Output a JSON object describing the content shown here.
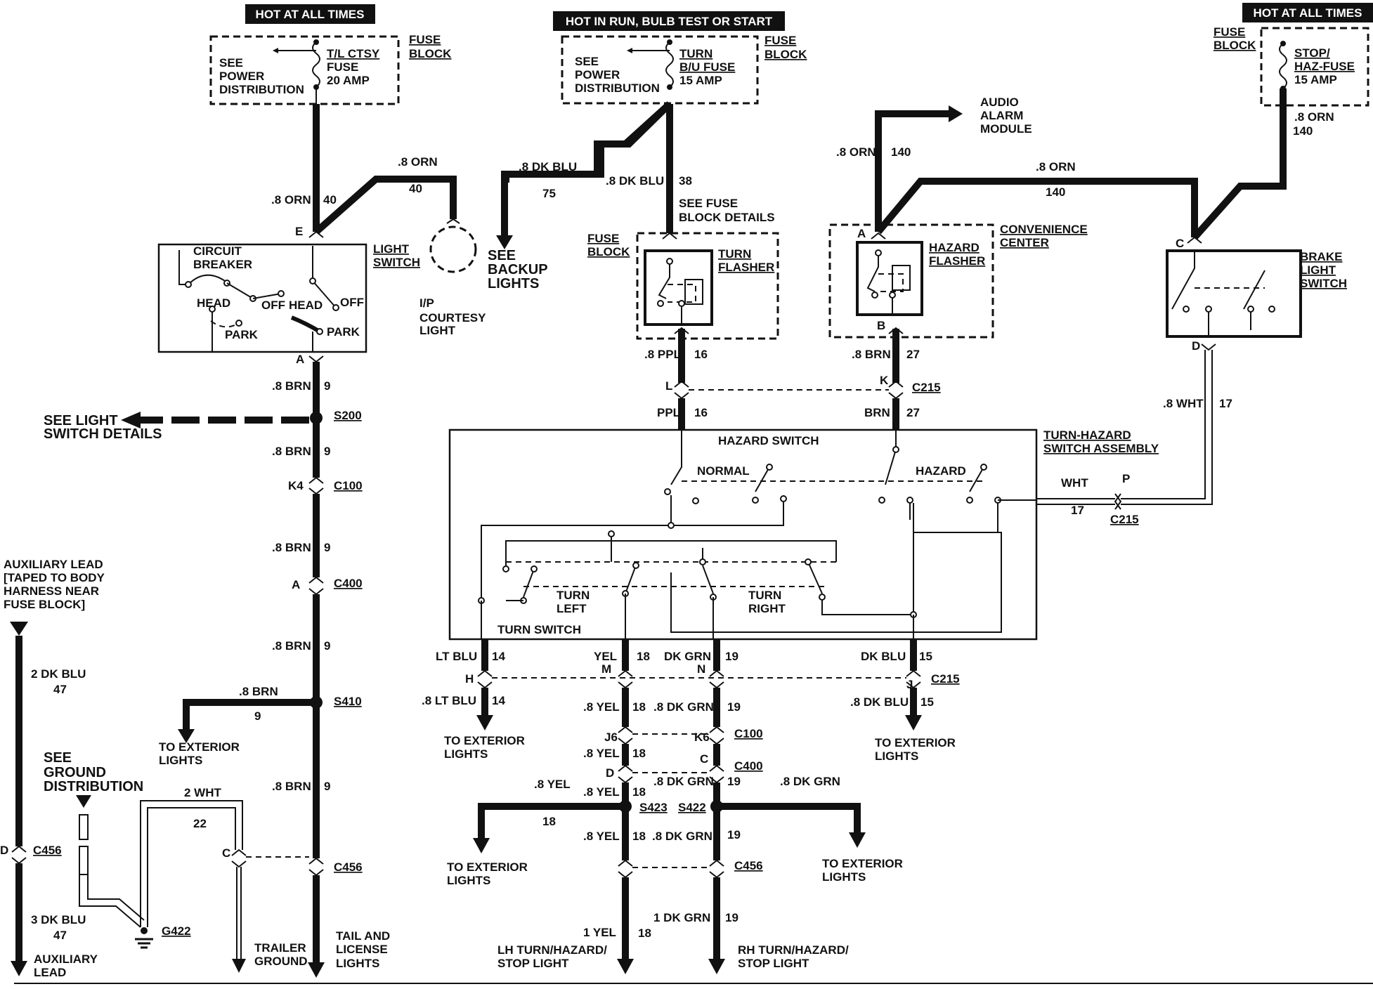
{
  "headers": {
    "hot_all_times_left": "HOT AT ALL TIMES",
    "hot_run": "HOT IN RUN, BULB TEST OR START",
    "hot_all_times_right": "HOT AT ALL TIMES"
  },
  "fuse_left": {
    "see": "SEE",
    "power": "POWER",
    "distribution": "DISTRIBUTION",
    "name1": "T/L CTSY",
    "name2": "FUSE",
    "rating": "20 AMP",
    "block1": "FUSE",
    "block2": "BLOCK"
  },
  "fuse_mid": {
    "see": "SEE",
    "power": "POWER",
    "distribution": "DISTRIBUTION",
    "name1": "TURN",
    "name2": "B/U FUSE",
    "rating": "15 AMP",
    "block1": "FUSE",
    "block2": "BLOCK"
  },
  "fuse_right": {
    "block1": "FUSE",
    "block2": "BLOCK",
    "name1": "STOP/",
    "name2": "HAZ-FUSE",
    "rating": "15 AMP"
  },
  "light_switch": {
    "label1": "LIGHT",
    "label2": "SWITCH",
    "circuit": "CIRCUIT",
    "breaker": "BREAKER",
    "head": "HEAD",
    "off": "OFF",
    "park": "PARK",
    "head2": "HEAD",
    "off2": "OFF",
    "park2": "PARK",
    "pin_e": "E",
    "pin_a": "A"
  },
  "courtesy": {
    "l1": "I/P",
    "l2": "COURTESY",
    "l3": "LIGHT"
  },
  "backup": {
    "l1": "SEE",
    "l2": "BACKUP",
    "l3": "LIGHTS"
  },
  "fuse_details": {
    "l1": "SEE FUSE",
    "l2": "BLOCK DETAILS"
  },
  "turn_flasher": {
    "block1": "FUSE",
    "block2": "BLOCK",
    "name1": "TURN",
    "name2": "FLASHER"
  },
  "audio": {
    "l1": "AUDIO",
    "l2": "ALARM",
    "l3": "MODULE"
  },
  "hazard_flasher": {
    "name1": "HAZARD",
    "name2": "FLASHER",
    "cc1": "CONVENIENCE",
    "cc2": "CENTER",
    "pin_a": "A",
    "pin_b": "B"
  },
  "brake_switch": {
    "l1": "BRAKE",
    "l2": "LIGHT",
    "l3": "SWITCH",
    "pin_c": "C",
    "pin_d": "D"
  },
  "wires": {
    "orn40": ".8 ORN",
    "n40": "40",
    "orn40b": ".8 ORN",
    "n40b": "40",
    "dkblu75": ".8 DK BLU",
    "n75": "75",
    "dkblu38": ".8 DK BLU",
    "n38": "38",
    "orn140a": ".8 ORN",
    "n140a": "140",
    "orn140b": ".8 ORN",
    "n140b": "140",
    "orn140c": ".8 ORN",
    "n140c": "140",
    "ppl16": ".8 PPL",
    "n16": "16",
    "ppl16b": "PPL",
    "n16b": "16",
    "brn27": ".8 BRN",
    "n27": "27",
    "brn27b": "BRN",
    "n27b": "27",
    "wht17": ".8 WHT",
    "n17": "17",
    "wht17b": "WHT",
    "n17b": "17",
    "brn9a": ".8 BRN",
    "n9a": "9",
    "brn9b": ".8 BRN",
    "n9b": "9",
    "brn9c": ".8 BRN",
    "n9c": "9",
    "brn9d": ".8 BRN",
    "n9d": "9",
    "brn9e": ".8 BRN",
    "n9e": "9",
    "brn9f": ".8 BRN",
    "n9f": "9",
    "ltblu14": "LT BLU",
    "n14": "14",
    "ltblu14b": ".8 LT BLU",
    "n14b": "14",
    "yel18": "YEL",
    "n18": "18",
    "yel18b": ".8 YEL",
    "n18b": "18",
    "yel18c": ".8 YEL",
    "n18c": "18",
    "yel18d": ".8 YEL",
    "n18d": "18",
    "yel18e": ".8 YEL",
    "n18e": "18",
    "yel18f": ".8 YEL",
    "n18f": "18",
    "yel18g": "1 YEL",
    "n18g": "18",
    "dkgrn19": "DK GRN",
    "n19": "19",
    "dkgrn19b": ".8 DK GRN",
    "n19b": "19",
    "dkgrn19c": ".8 DK GRN",
    "n19c": "19",
    "dkgrn19d": ".8 DK GRN",
    "dkgrn19e": ".8 DK GRN",
    "n19e": "19",
    "dkgrn19f": "1 DK GRN",
    "n19f": "19",
    "dkblu15": "DK BLU",
    "n15": "15",
    "dkblu15b": ".8 DK BLU",
    "n15b": "15",
    "wht22": "2 WHT",
    "n22": "22",
    "dkblu47a": "2 DK BLU",
    "n47a": "47",
    "dkblu47b": "3 DK BLU",
    "n47b": "47"
  },
  "connectors": {
    "s200": "S200",
    "k4": "K4",
    "c100": "C100",
    "a400": "A",
    "c400": "C400",
    "s410": "S410",
    "c456": "C456",
    "c456b": "C456",
    "c456c": "C456",
    "d456": "D",
    "c_pin": "C",
    "l": "L",
    "k": "K",
    "c215": "C215",
    "p": "P",
    "c215b": "C215",
    "h": "H",
    "m": "M",
    "n": "N",
    "j": "J",
    "c215c": "C215",
    "j6": "J6",
    "k6": "K6",
    "c100b": "C100",
    "c_pin2": "C",
    "c400b": "C400",
    "d_pin": "D",
    "s423": "S423",
    "s422": "S422",
    "g422": "G422"
  },
  "light_switch_details": {
    "l1": "SEE LIGHT",
    "l2": "SWITCH DETAILS"
  },
  "exterior": {
    "l1": "TO EXTERIOR",
    "l2": "LIGHTS"
  },
  "hazard_assembly": {
    "hazard_switch": "HAZARD SWITCH",
    "normal": "NORMAL",
    "hazard": "HAZARD",
    "turn_left1": "TURN",
    "turn_left2": "LEFT",
    "turn_right1": "TURN",
    "turn_right2": "RIGHT",
    "turn_switch": "TURN SWITCH",
    "name1": "TURN-HAZARD",
    "name2": "SWITCH ASSEMBLY"
  },
  "aux": {
    "l1": "AUXILIARY LEAD",
    "l2": "[TAPED TO BODY",
    "l3": "HARNESS NEAR",
    "l4": "FUSE BLOCK]",
    "b1": "AUXILIARY",
    "b2": "LEAD"
  },
  "ground": {
    "l1": "SEE",
    "l2": "GROUND",
    "l3": "DISTRIBUTION"
  },
  "trailer": {
    "l1": "TRAILER",
    "l2": "GROUND"
  },
  "tail": {
    "l1": "TAIL AND",
    "l2": "LICENSE",
    "l3": "LIGHTS"
  },
  "lh": {
    "l1": "LH TURN/HAZARD/",
    "l2": "STOP LIGHT"
  },
  "rh": {
    "l1": "RH TURN/HAZARD/",
    "l2": "STOP LIGHT"
  }
}
